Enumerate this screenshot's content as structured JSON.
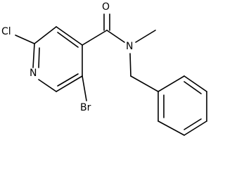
{
  "molecule": {
    "atom_labels": {
      "chlorine": "Cl",
      "pyridine_nitrogen": "N",
      "bromine": "Br",
      "carbonyl_oxygen": "O",
      "amide_nitrogen": "N"
    }
  },
  "colors": {
    "bond": "#000000",
    "label": "#000000",
    "background": "#ffffff"
  }
}
